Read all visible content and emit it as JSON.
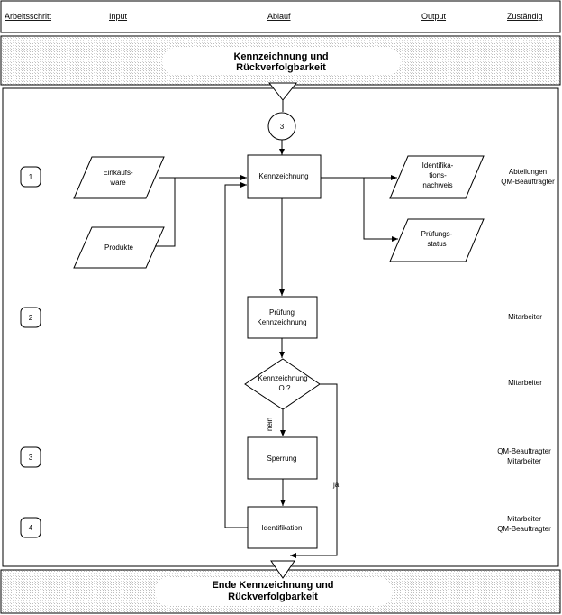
{
  "header": {
    "arbeitsschritt": "Arbeitsschritt",
    "input": "Input",
    "ablauf": "Ablauf",
    "output": "Output",
    "zustaendig": "Zuständig"
  },
  "start_banner": {
    "line1": "Kennzeichnung und",
    "line2": "Rückverfolgbarkeit"
  },
  "end_banner": {
    "line1": "Ende Kennzeichnung und",
    "line2": "Rückverfolgbarkeit"
  },
  "connector_label": "3",
  "steps": [
    "1",
    "2",
    "3",
    "4"
  ],
  "inputs": {
    "einkaufsware_line1": "Einkaufs-",
    "einkaufsware_line2": "ware",
    "produkte": "Produkte"
  },
  "process": {
    "kennzeichnung": "Kennzeichnung",
    "pruefung_line1": "Prüfung",
    "pruefung_line2": "Kennzeichnung",
    "decision_line1": "Kennzeichnung",
    "decision_line2": "i.O.?",
    "sperrung": "Sperrung",
    "identifikation": "Identifikation"
  },
  "outputs": {
    "ident_line1": "Identifika-",
    "ident_line2": "tions-",
    "ident_line3": "nachweis",
    "pruef_line1": "Prüfungs-",
    "pruef_line2": "status"
  },
  "edge_labels": {
    "nein": "nein",
    "ja": "ja"
  },
  "responsible": {
    "r1_line1": "Abteilungen",
    "r1_line2": "QM-Beauftragter",
    "r2": "Mitarbeiter",
    "r_decision": "Mitarbeiter",
    "r3_line1": "QM-Beauftragter",
    "r3_line2": "Mitarbeiter",
    "r4_line1": "Mitarbeiter",
    "r4_line2": "QM-Beauftragter"
  }
}
